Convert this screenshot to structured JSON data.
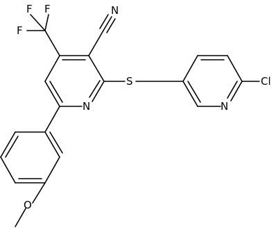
{
  "structure": {
    "atom_labels": {
      "F1": "F",
      "F2": "F",
      "F3": "F",
      "N_nitrile": "N",
      "S": "S",
      "N_pyridine": "N",
      "N_chloropyridine": "N",
      "Cl": "Cl",
      "O": "O"
    },
    "colors": {
      "bond": "#000000",
      "text": "#000000",
      "background": "#ffffff"
    }
  }
}
